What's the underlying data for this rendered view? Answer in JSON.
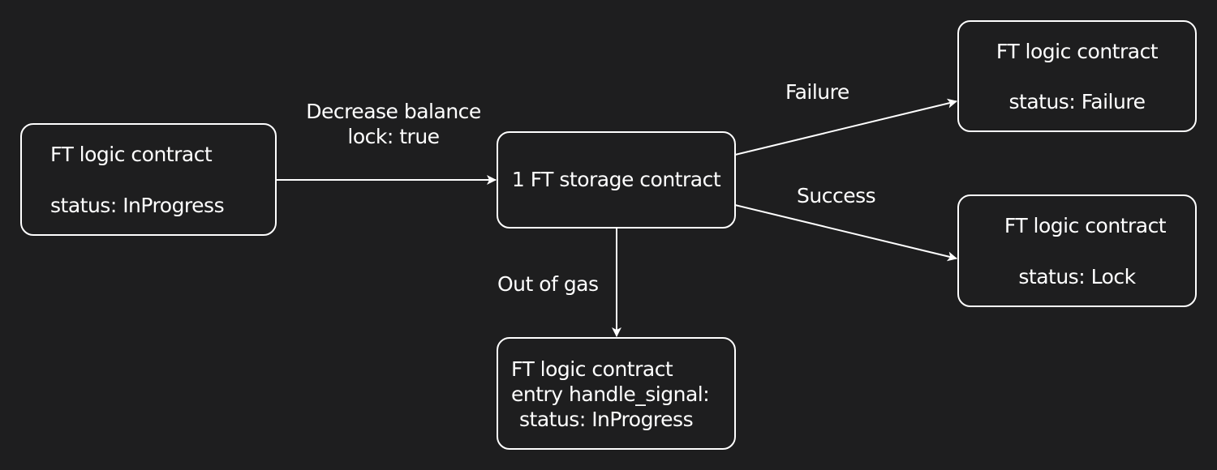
{
  "nodes": {
    "start": {
      "title": "FT logic contract",
      "status": "status: InProgress"
    },
    "storage": {
      "label": "1 FT storage contract"
    },
    "failure": {
      "title": "FT logic contract",
      "status": "status: Failure"
    },
    "lock": {
      "title": "FT logic contract",
      "status": "status: Lock"
    },
    "signal": {
      "title": "FT logic contract",
      "entry": "entry handle_signal:",
      "status": "status: InProgress"
    }
  },
  "edges": {
    "decrease": {
      "line1": "Decrease balance",
      "line2": "lock: true"
    },
    "failure": {
      "label": "Failure"
    },
    "success": {
      "label": "Success"
    },
    "out_of_gas": {
      "label": "Out of gas"
    }
  },
  "colors": {
    "background": "#1e1e1f",
    "stroke": "#ffffff",
    "text": "#ffffff"
  }
}
